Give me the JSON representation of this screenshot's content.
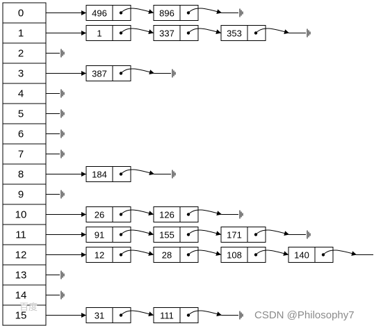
{
  "hash_table": {
    "slots": [
      {
        "index": "0",
        "chain": [
          "496",
          "896"
        ]
      },
      {
        "index": "1",
        "chain": [
          "1",
          "337",
          "353"
        ]
      },
      {
        "index": "2",
        "chain": []
      },
      {
        "index": "3",
        "chain": [
          "387"
        ]
      },
      {
        "index": "4",
        "chain": []
      },
      {
        "index": "5",
        "chain": []
      },
      {
        "index": "6",
        "chain": []
      },
      {
        "index": "7",
        "chain": []
      },
      {
        "index": "8",
        "chain": [
          "184"
        ]
      },
      {
        "index": "9",
        "chain": []
      },
      {
        "index": "10",
        "chain": [
          "26",
          "126"
        ]
      },
      {
        "index": "11",
        "chain": [
          "91",
          "155",
          "171"
        ]
      },
      {
        "index": "12",
        "chain": [
          "12",
          "28",
          "108",
          "140"
        ]
      },
      {
        "index": "13",
        "chain": []
      },
      {
        "index": "14",
        "chain": []
      },
      {
        "index": "15",
        "chain": [
          "31",
          "111"
        ]
      }
    ]
  },
  "watermark": {
    "text": "CSDN @Philosophy7",
    "brand": "百度"
  },
  "colors": {
    "stroke": "#000000",
    "background": "#ffffff",
    "watermark": "#8a8a8a"
  }
}
